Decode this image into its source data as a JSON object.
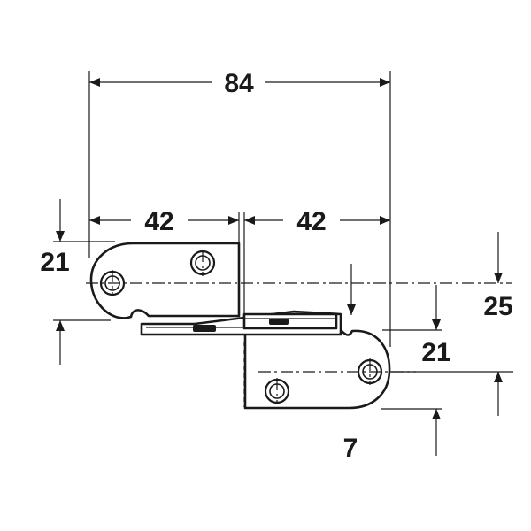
{
  "dimensions": {
    "overall_width": "84",
    "left_leaf_width": "42",
    "right_leaf_width": "42",
    "left_height": "21",
    "right_offset_top": "25",
    "right_height": "21",
    "bottom_offset": "7"
  },
  "colors": {
    "line": "#1a1a1a",
    "background": "#ffffff"
  }
}
